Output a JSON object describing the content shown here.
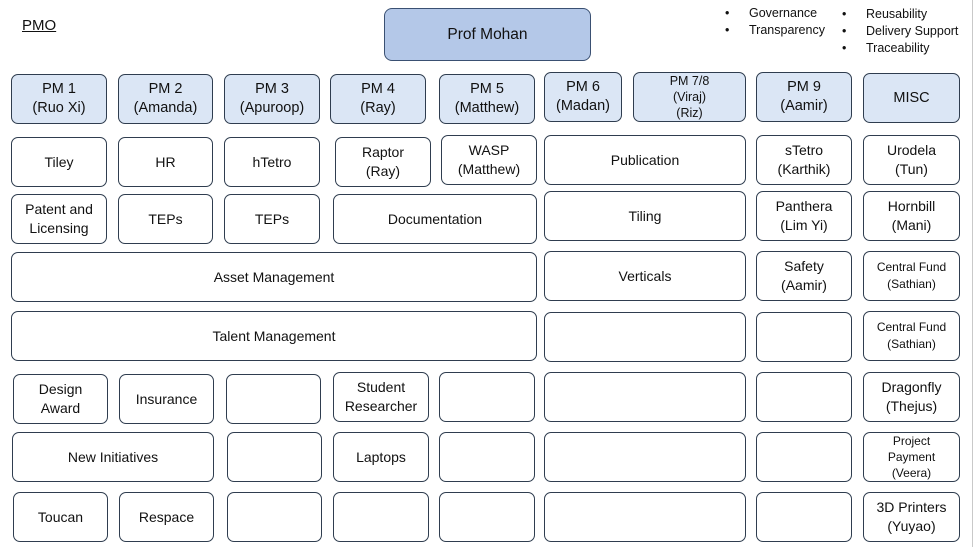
{
  "title": "PMO",
  "director": "Prof Mohan",
  "bullets_left": [
    "Governance",
    "Transparency"
  ],
  "bullets_right": [
    "Reusability",
    "Delivery Support",
    "Traceability"
  ],
  "headers": {
    "pm1": "PM 1\n(Ruo Xi)",
    "pm2": "PM 2\n(Amanda)",
    "pm3": "PM 3\n(Apuroop)",
    "pm4": "PM 4\n(Ray)",
    "pm5": "PM 5\n(Matthew)",
    "pm6": "PM 6\n(Madan)",
    "pm78": "PM 7/8\n(Viraj)\n(Riz)",
    "pm9": "PM 9\n(Aamir)",
    "misc": "MISC"
  },
  "tasks": {
    "tiley": "Tiley",
    "hr": "HR",
    "htetro": "hTetro",
    "raptor": "Raptor\n(Ray)",
    "wasp": "WASP\n(Matthew)",
    "publication": "Publication",
    "stetro": "sTetro\n(Karthik)",
    "urodela": "Urodela\n(Tun)",
    "patent": "Patent and\nLicensing",
    "teps1": "TEPs",
    "teps2": "TEPs",
    "documentation": "Documentation",
    "tiling": "Tiling",
    "panthera": "Panthera\n(Lim Yi)",
    "hornbill": "Hornbill\n(Mani)",
    "asset": "Asset Management",
    "verticals": "Verticals",
    "safety": "Safety\n(Aamir)",
    "central_fund_1": "Central Fund\n(Sathian)",
    "talent": "Talent Management",
    "central_fund_2": "Central Fund\n(Sathian)",
    "design_award": "Design\nAward",
    "insurance": "Insurance",
    "student": "Student\nResearcher",
    "dragonfly": "Dragonfly\n(Thejus)",
    "new_initiatives": "New Initiatives",
    "laptops": "Laptops",
    "project_payment": "Project\nPayment\n(Veera)",
    "toucan": "Toucan",
    "respace": "Respace",
    "printers": "3D Printers\n(Yuyao)"
  }
}
